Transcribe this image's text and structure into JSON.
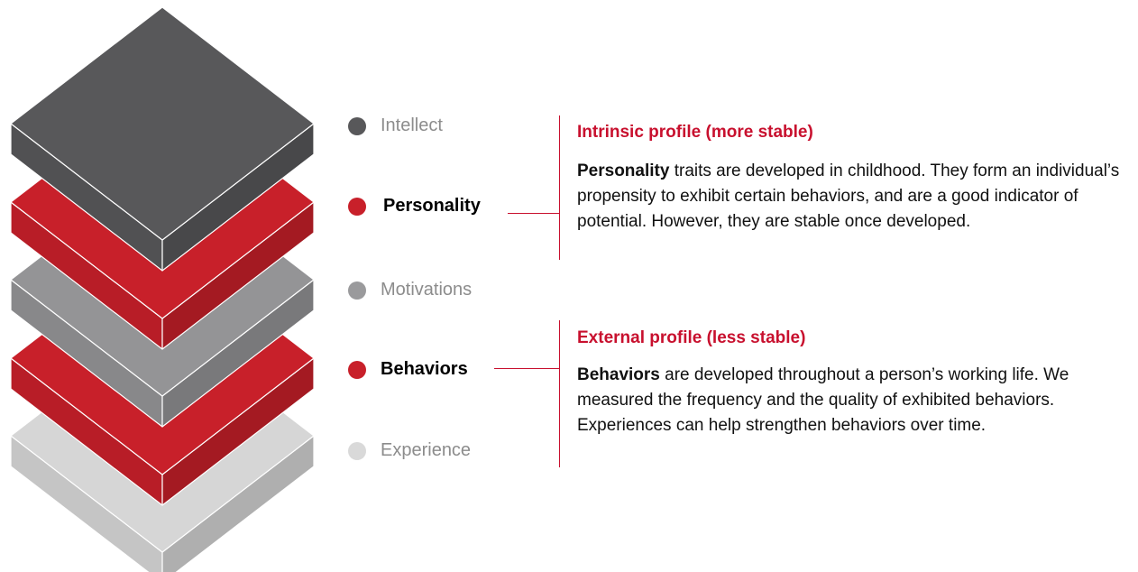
{
  "layers": [
    {
      "name": "Intellect",
      "color": "#58585a",
      "emphasis": false
    },
    {
      "name": "Personality",
      "color": "#c8202a",
      "emphasis": true
    },
    {
      "name": "Motivations",
      "color": "#949496",
      "emphasis": false
    },
    {
      "name": "Behaviors",
      "color": "#c8202a",
      "emphasis": true
    },
    {
      "name": "Experience",
      "color": "#d6d6d6",
      "emphasis": false
    }
  ],
  "colors": {
    "accent": "#c8102e",
    "dot_intellect": "#58585a",
    "dot_personality": "#c8202a",
    "dot_motivations": "#9a9a9c",
    "dot_behaviors": "#c8202a",
    "dot_experience": "#d9d9d9"
  },
  "intrinsic": {
    "heading": "Intrinsic profile (more stable)",
    "lead": "Personality",
    "text": " traits are developed in childhood. They form an individual’s propensity to exhibit certain behaviors, and are a good indicator of potential. However, they are stable once developed."
  },
  "external": {
    "heading": "External profile (less stable)",
    "lead": "Behaviors",
    "text": " are developed throughout a person’s working life. We measured the frequency and the quality of exhibited behaviors. Experiences can help strengthen behaviors over time."
  }
}
